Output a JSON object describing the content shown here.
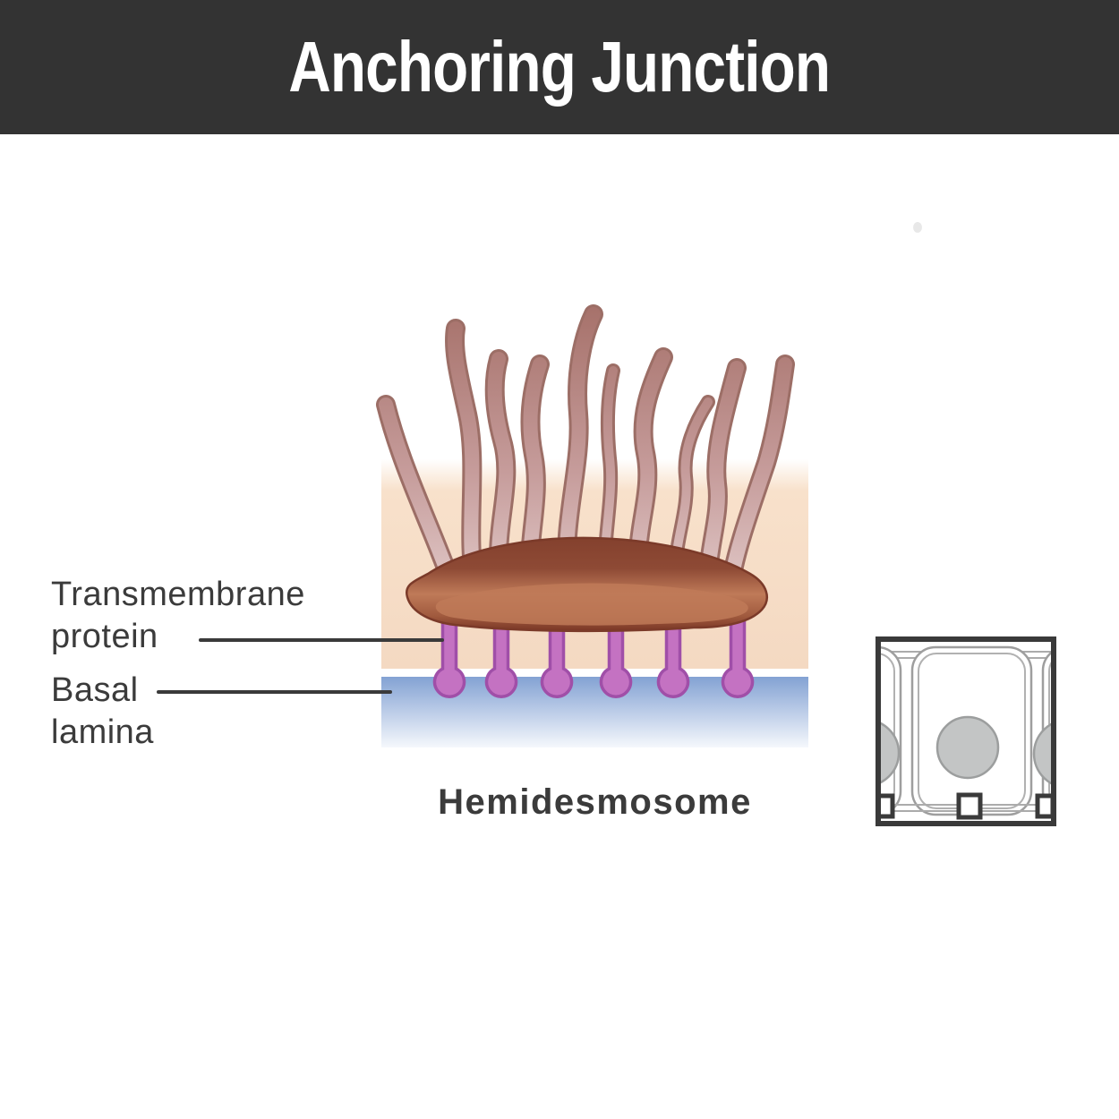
{
  "header": {
    "title": "Anchoring Junction"
  },
  "diagram": {
    "caption": "Hemidesmosome",
    "labels": {
      "transmembrane_protein": "Transmembrane\nprotein",
      "basal_lamina": "Basal\nlamina"
    },
    "structure": {
      "filament_count": 10,
      "transmembrane_pin_count": 6
    },
    "inset": {
      "name": "epithelial-cells-thumbnail",
      "cell_count": 3,
      "basal_marker_count": 3
    }
  },
  "colors": {
    "header_bg": "#333333",
    "header_text": "#ffffff",
    "label_text": "#3b3b3b",
    "leader_line": "#3a3a3a",
    "peach": "#f8e1cb",
    "peach_bottom": "#f4d9c2",
    "blue_top": "#83a2d3",
    "blue_mid": "#c2d1ea",
    "blue_bottom": "#f5f8fc",
    "filament_outline": "#9c6e66",
    "filament_tip": "#a6716a",
    "filament_mid": "#c69c9b",
    "filament_base": "#e4cecd",
    "plaque_outline": "#7b3a29",
    "plaque_top": "#83402d",
    "plaque_mid": "#8e4a35",
    "plaque_light": "#bf7a58",
    "plaque_light2": "#a05a3e",
    "plaque_bottom": "#7c3827",
    "pin_fill": "#c472c2",
    "pin_stroke": "#a04fa8",
    "inset_border": "#3a3a3a",
    "inset_line": "#ababab",
    "cell_outline": "#9e9e9e",
    "nucleus_fill": "#c3c5c5",
    "nucleus_stroke": "#9c9e9e"
  }
}
